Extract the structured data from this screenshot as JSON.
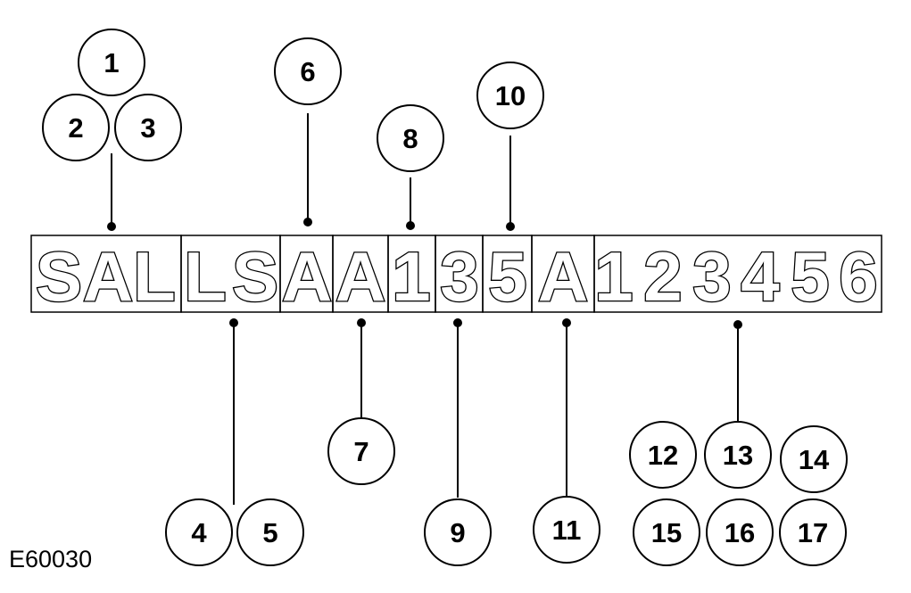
{
  "figure_id": "E60030",
  "vin_groups": [
    {
      "chars": [
        "S",
        "A",
        "L"
      ]
    },
    {
      "chars": [
        "L",
        "S"
      ]
    },
    {
      "chars": [
        "A"
      ]
    },
    {
      "chars": [
        "A"
      ]
    },
    {
      "chars": [
        "1"
      ]
    },
    {
      "chars": [
        "3"
      ]
    },
    {
      "chars": [
        "5"
      ]
    },
    {
      "chars": [
        "A"
      ]
    },
    {
      "chars": [
        "1",
        "2",
        "3",
        "4",
        "5",
        "6"
      ]
    }
  ],
  "callouts": [
    {
      "label": "1"
    },
    {
      "label": "2"
    },
    {
      "label": "3"
    },
    {
      "label": "4"
    },
    {
      "label": "5"
    },
    {
      "label": "6"
    },
    {
      "label": "7"
    },
    {
      "label": "8"
    },
    {
      "label": "9"
    },
    {
      "label": "10"
    },
    {
      "label": "11"
    },
    {
      "label": "12"
    },
    {
      "label": "13"
    },
    {
      "label": "14"
    },
    {
      "label": "15"
    },
    {
      "label": "16"
    },
    {
      "label": "17"
    }
  ],
  "colors": {
    "line": "#000000",
    "background": "#ffffff"
  }
}
